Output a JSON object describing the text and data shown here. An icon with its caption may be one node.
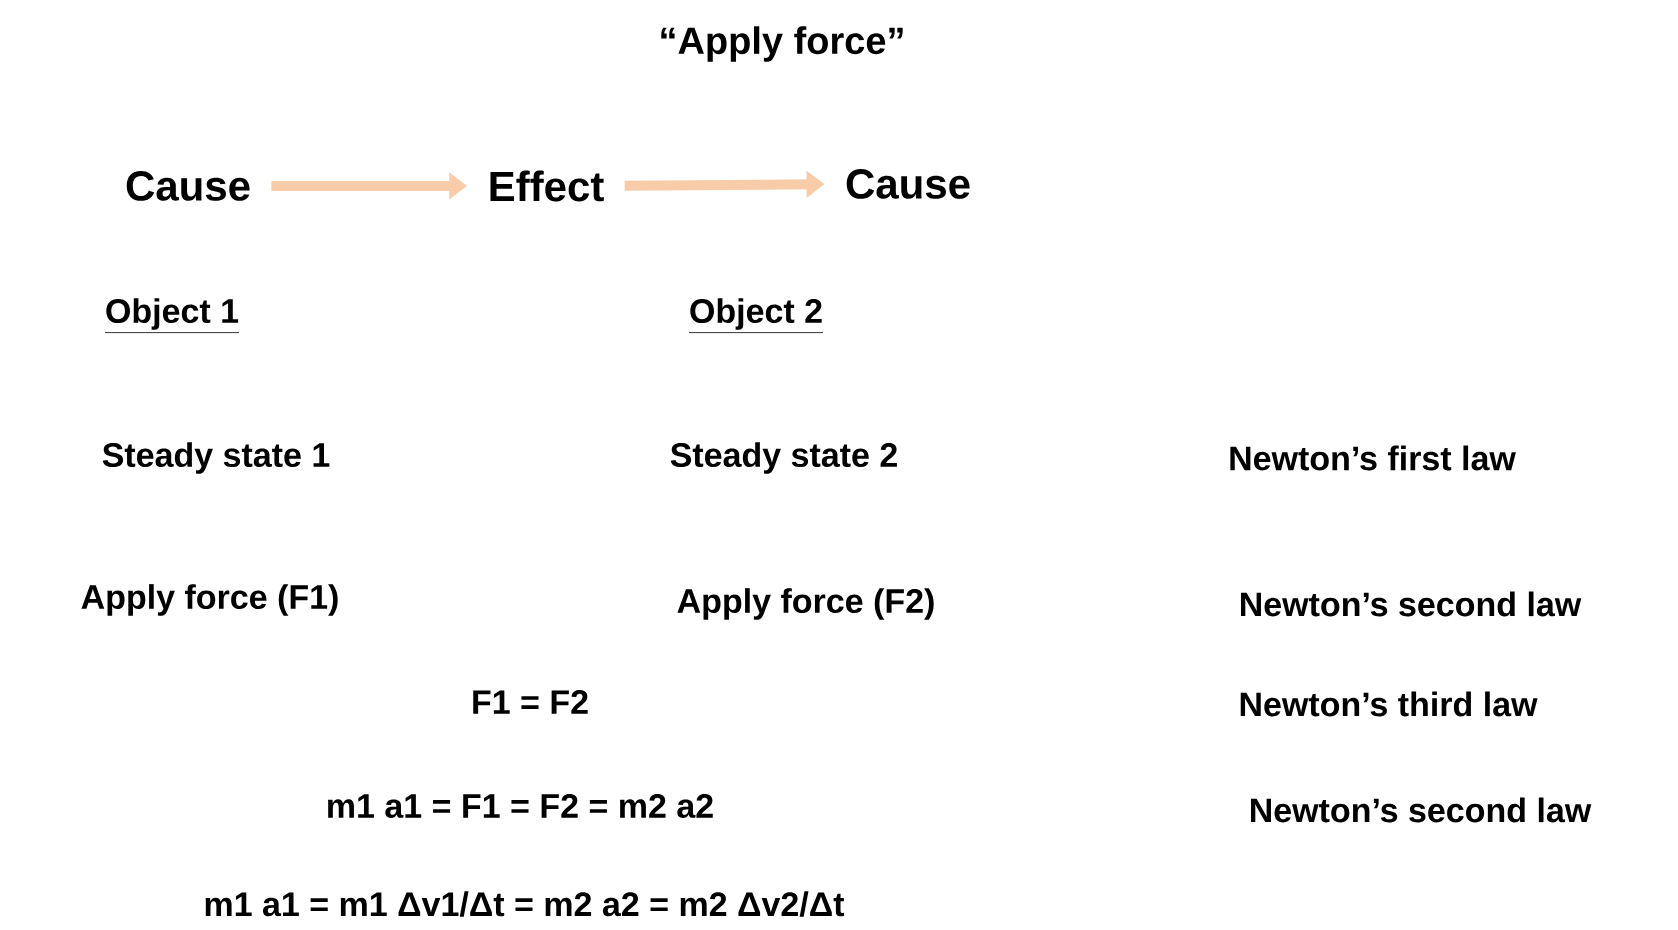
{
  "diagram": {
    "title": "“Apply force”",
    "nodes": [
      {
        "text": [
          "Cause"
        ]
      },
      {
        "text": [
          "Effect"
        ]
      },
      {
        "text": [
          "Cause"
        ]
      }
    ],
    "edges": [
      {
        "from": 0,
        "to": 1,
        "arrow": "to"
      },
      {
        "from": 1,
        "to": 2,
        "arrow": "to"
      }
    ],
    "labels": [
      "Object  1",
      "Object 2",
      "Steady state 1",
      "Steady state 2",
      "Newton’s first law",
      "Apply force (F1)",
      "Apply force (F2)",
      "Newton’s second law",
      "F1 = F2",
      "Newton’s third law",
      "m1 a1 = F1 = F2 = m2 a2",
      "Newton’s second law",
      "m1 a1 = m1 Δv1/Δt = m2 a2 = m2 Δv2/Δt"
    ]
  }
}
